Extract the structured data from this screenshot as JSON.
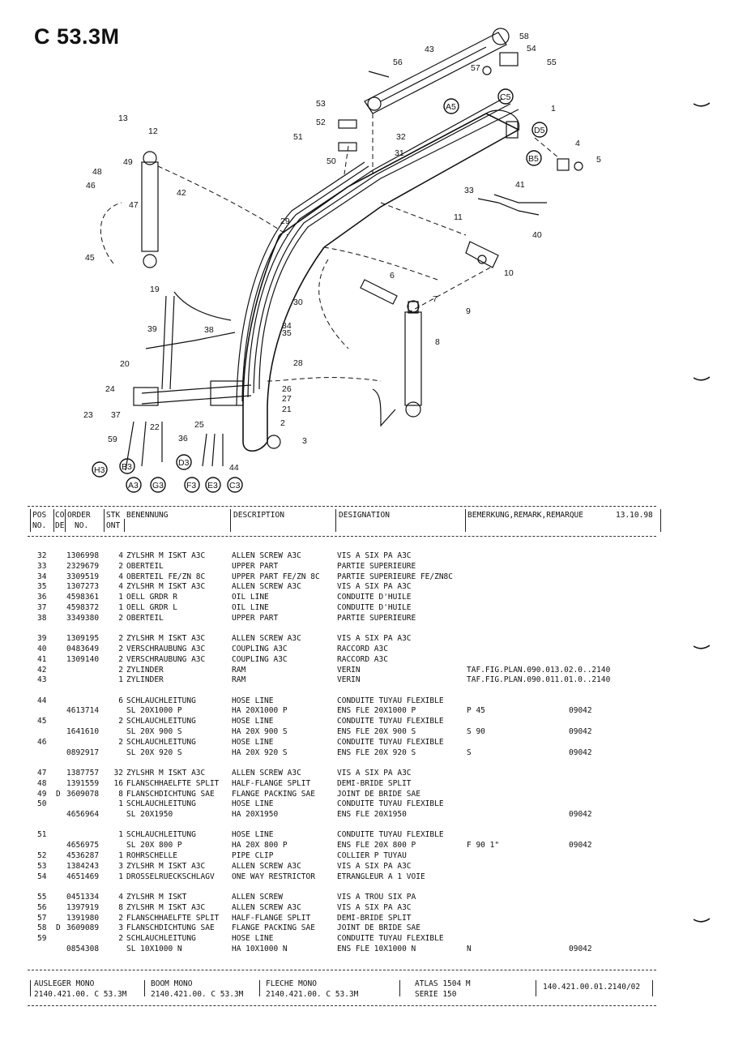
{
  "page": {
    "title": "C 53.3M"
  },
  "callouts": [
    "1",
    "2",
    "3",
    "4",
    "5",
    "6",
    "7",
    "8",
    "9",
    "10",
    "11",
    "12",
    "13",
    "19",
    "20",
    "21",
    "22",
    "23",
    "24",
    "25",
    "26",
    "27",
    "28",
    "29",
    "30",
    "31",
    "32",
    "33",
    "34",
    "35",
    "36",
    "37",
    "38",
    "39",
    "40",
    "41",
    "42",
    "43",
    "44",
    "45",
    "46",
    "47",
    "48",
    "49",
    "50",
    "51",
    "52",
    "53",
    "54",
    "55",
    "56",
    "57",
    "58",
    "59",
    "A3",
    "A5",
    "B3",
    "B5",
    "C3",
    "C5",
    "D3",
    "D5",
    "E3",
    "F3",
    "G3",
    "H3"
  ],
  "header": {
    "pos": "POS",
    "pos2": "NO.",
    "co": "CO",
    "co2": "DE",
    "order": "ORDER",
    "order2": "NO.",
    "stk": "STK",
    "stk2": "ONT",
    "benennung": "BENENNUNG",
    "description": "DESCRIPTION",
    "designation": "DESIGNATION",
    "remark": "BEMERKUNG,REMARK,REMARQUE",
    "date": "13.10.98"
  },
  "parts": [
    {
      "pos": "32",
      "co": "",
      "order": "1306998",
      "qty": "4",
      "ben": "ZYLSHR M ISKT A3C",
      "desc": "ALLEN SCREW A3C",
      "desig": "VIS A SIX PA A3C",
      "rem": "",
      "date": ""
    },
    {
      "pos": "33",
      "co": "",
      "order": "2329679",
      "qty": "2",
      "ben": "OBERTEIL",
      "desc": "UPPER PART",
      "desig": "PARTIE SUPERIEURE",
      "rem": "",
      "date": ""
    },
    {
      "pos": "34",
      "co": "",
      "order": "3309519",
      "qty": "4",
      "ben": "OBERTEIL FE/ZN 8C",
      "desc": "UPPER PART FE/ZN 8C",
      "desig": "PARTIE SUPERIEURE FE/ZN8C",
      "rem": "",
      "date": ""
    },
    {
      "pos": "35",
      "co": "",
      "order": "1307273",
      "qty": "4",
      "ben": "ZYLSHR M ISKT A3C",
      "desc": "ALLEN SCREW A3C",
      "desig": "VIS A SIX PA A3C",
      "rem": "",
      "date": ""
    },
    {
      "pos": "36",
      "co": "",
      "order": "4598361",
      "qty": "1",
      "ben": "OELL GRDR R",
      "desc": "OIL LINE",
      "desig": "CONDUITE D'HUILE",
      "rem": "",
      "date": ""
    },
    {
      "pos": "37",
      "co": "",
      "order": "4598372",
      "qty": "1",
      "ben": "OELL GRDR L",
      "desc": "OIL LINE",
      "desig": "CONDUITE D'HUILE",
      "rem": "",
      "date": ""
    },
    {
      "pos": "38",
      "co": "",
      "order": "3349380",
      "qty": "2",
      "ben": "OBERTEIL",
      "desc": "UPPER PART",
      "desig": "PARTIE SUPERIEURE",
      "rem": "",
      "date": ""
    },
    {
      "pos": "39",
      "co": "",
      "order": "1309195",
      "qty": "2",
      "ben": "ZYLSHR M ISKT A3C",
      "desc": "ALLEN SCREW A3C",
      "desig": "VIS A SIX PA A3C",
      "rem": "",
      "date": ""
    },
    {
      "pos": "40",
      "co": "",
      "order": "0483649",
      "qty": "2",
      "ben": "VERSCHRAUBUNG A3C",
      "desc": "COUPLING A3C",
      "desig": "RACCORD A3C",
      "rem": "",
      "date": ""
    },
    {
      "pos": "41",
      "co": "",
      "order": "1309140",
      "qty": "2",
      "ben": "VERSCHRAUBUNG A3C",
      "desc": "COUPLING A3C",
      "desig": "RACCORD A3C",
      "rem": "",
      "date": ""
    },
    {
      "pos": "42",
      "co": "",
      "order": "",
      "qty": "2",
      "ben": "ZYLINDER",
      "desc": "RAM",
      "desig": "VERIN",
      "rem": "TAF.FIG.PLAN.090.013.02.0..2140",
      "date": ""
    },
    {
      "pos": "43",
      "co": "",
      "order": "",
      "qty": "1",
      "ben": "ZYLINDER",
      "desc": "RAM",
      "desig": "VERIN",
      "rem": "TAF.FIG.PLAN.090.011.01.0..2140",
      "date": ""
    },
    {
      "pos": "44",
      "co": "",
      "order": "",
      "qty": "6",
      "ben": "SCHLAUCHLEITUNG",
      "desc": "HOSE LINE",
      "desig": "CONDUITE TUYAU FLEXIBLE",
      "rem": "",
      "date": ""
    },
    {
      "pos": "",
      "co": "",
      "order": "4613714",
      "qty": "",
      "ben": "  SL 20X1000 P",
      "desc": "HA 20X1000 P",
      "desig": "ENS FLE 20X1000 P",
      "rem": "P 45",
      "date": "09042"
    },
    {
      "pos": "45",
      "co": "",
      "order": "",
      "qty": "2",
      "ben": "SCHLAUCHLEITUNG",
      "desc": "HOSE LINE",
      "desig": "CONDUITE TUYAU FLEXIBLE",
      "rem": "",
      "date": ""
    },
    {
      "pos": "",
      "co": "",
      "order": "1641610",
      "qty": "",
      "ben": "  SL 20X 900 S",
      "desc": "HA 20X 900 S",
      "desig": "ENS FLE 20X 900 S",
      "rem": "S 90",
      "date": "09042"
    },
    {
      "pos": "46",
      "co": "",
      "order": "",
      "qty": "2",
      "ben": "SCHLAUCHLEITUNG",
      "desc": "HOSE LINE",
      "desig": "CONDUITE TUYAU FLEXIBLE",
      "rem": "",
      "date": ""
    },
    {
      "pos": "",
      "co": "",
      "order": "0892917",
      "qty": "",
      "ben": "  SL 20X 920 S",
      "desc": "HA 20X 920 S",
      "desig": "ENS FLE 20X 920 S",
      "rem": "S",
      "date": "09042"
    },
    {
      "pos": "47",
      "co": "",
      "order": "1387757",
      "qty": "32",
      "ben": "ZYLSHR M ISKT A3C",
      "desc": "ALLEN SCREW A3C",
      "desig": "VIS A SIX PA A3C",
      "rem": "",
      "date": ""
    },
    {
      "pos": "48",
      "co": "",
      "order": "1391559",
      "qty": "16",
      "ben": "FLANSCHHAELFTE SPLIT",
      "desc": "HALF-FLANGE SPLIT",
      "desig": "DEMI-BRIDE SPLIT",
      "rem": "",
      "date": ""
    },
    {
      "pos": "49",
      "co": "D",
      "order": "3609078",
      "qty": "8",
      "ben": "FLANSCHDICHTUNG SAE",
      "desc": "FLANGE PACKING SAE",
      "desig": "JOINT DE BRIDE SAE",
      "rem": "",
      "date": ""
    },
    {
      "pos": "50",
      "co": "",
      "order": "",
      "qty": "1",
      "ben": "SCHLAUCHLEITUNG",
      "desc": "HOSE LINE",
      "desig": "CONDUITE TUYAU FLEXIBLE",
      "rem": "",
      "date": ""
    },
    {
      "pos": "",
      "co": "",
      "order": "4656964",
      "qty": "",
      "ben": "  SL 20X1950",
      "desc": "HA 20X1950",
      "desig": "ENS FLE 20X1950",
      "rem": "",
      "date": "09042"
    },
    {
      "pos": "51",
      "co": "",
      "order": "",
      "qty": "1",
      "ben": "SCHLAUCHLEITUNG",
      "desc": "HOSE LINE",
      "desig": "CONDUITE TUYAU FLEXIBLE",
      "rem": "",
      "date": ""
    },
    {
      "pos": "",
      "co": "",
      "order": "4656975",
      "qty": "",
      "ben": "  SL 20X 800 P",
      "desc": "HA 20X 800 P",
      "desig": "ENS FLE 20X 800 P",
      "rem": "F 90      1\"",
      "date": "09042"
    },
    {
      "pos": "52",
      "co": "",
      "order": "4536287",
      "qty": "1",
      "ben": "ROHRSCHELLE",
      "desc": "PIPE CLIP",
      "desig": "COLLIER P TUYAU",
      "rem": "",
      "date": ""
    },
    {
      "pos": "53",
      "co": "",
      "order": "1384243",
      "qty": "3",
      "ben": "ZYLSHR M ISKT A3C",
      "desc": "ALLEN SCREW A3C",
      "desig": "VIS A SIX PA A3C",
      "rem": "",
      "date": ""
    },
    {
      "pos": "54",
      "co": "",
      "order": "4651469",
      "qty": "1",
      "ben": "DROSSELRUECKSCHLAGV",
      "desc": "ONE WAY RESTRICTOR",
      "desig": "ETRANGLEUR A 1 VOIE",
      "rem": "",
      "date": ""
    },
    {
      "pos": "55",
      "co": "",
      "order": "0451334",
      "qty": "4",
      "ben": "ZYLSHR M ISKT",
      "desc": "ALLEN SCREW",
      "desig": "VIS A TROU SIX PA",
      "rem": "",
      "date": ""
    },
    {
      "pos": "56",
      "co": "",
      "order": "1397919",
      "qty": "8",
      "ben": "ZYLSHR M ISKT A3C",
      "desc": "ALLEN SCREW A3C",
      "desig": "VIS A SIX PA A3C",
      "rem": "",
      "date": ""
    },
    {
      "pos": "57",
      "co": "",
      "order": "1391980",
      "qty": "2",
      "ben": "FLANSCHHAELFTE SPLIT",
      "desc": "HALF-FLANGE SPLIT",
      "desig": "DEMI-BRIDE SPLIT",
      "rem": "",
      "date": ""
    },
    {
      "pos": "58",
      "co": "D",
      "order": "3609089",
      "qty": "3",
      "ben": "FLANSCHDICHTUNG SAE",
      "desc": "FLANGE PACKING SAE",
      "desig": "JOINT DE BRIDE SAE",
      "rem": "",
      "date": ""
    },
    {
      "pos": "59",
      "co": "",
      "order": "",
      "qty": "2",
      "ben": "SCHLAUCHLEITUNG",
      "desc": "HOSE LINE",
      "desig": "CONDUITE TUYAU FLEXIBLE",
      "rem": "",
      "date": ""
    },
    {
      "pos": "",
      "co": "",
      "order": "0854308",
      "qty": "",
      "ben": "  SL 10X1000 N",
      "desc": "HA 10X1000 N",
      "desig": "ENS FLE 10X1000 N",
      "rem": "N",
      "date": "09042"
    }
  ],
  "footer": {
    "ausleger_label": "AUSLEGER MONO",
    "ausleger_code": "2140.421.00. C 53.3M",
    "boom_label": "BOOM MONO",
    "boom_code": "2140.421.00. C 53.3M",
    "fleche_label": "FLECHE MONO",
    "fleche_code": "2140.421.00. C 53.3M",
    "atlas": "ATLAS 1504 M",
    "serie": "SERIE 150",
    "doc_number": "140.421.00.01.2140/02"
  }
}
